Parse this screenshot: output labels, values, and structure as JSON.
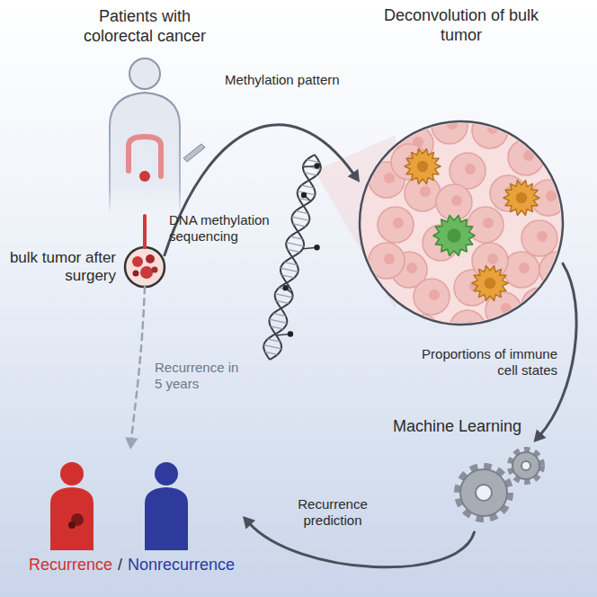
{
  "diagram": {
    "nodes": [
      {
        "text": [
          "Patients with colorectal cancer"
        ]
      },
      {
        "text": [
          "bulk tumor after surgery"
        ]
      },
      {
        "text": [
          "Deconvolution of bulk tumor"
        ]
      },
      {
        "text": [
          "Machine Learning"
        ]
      },
      {
        "text": [
          "Recurrence",
          "/",
          "Nonrecurrence"
        ]
      }
    ],
    "edges": [
      {
        "from": 0,
        "to": 1,
        "arrow": "none"
      },
      {
        "from": 1,
        "to": 2,
        "label": "DNA methylation sequencing",
        "arrow": "to"
      },
      {
        "from": 2,
        "to": 3,
        "label": "Proportions of immune cell states",
        "arrow": "to"
      },
      {
        "from": 3,
        "to": 4,
        "label": "Recurrence prediction",
        "arrow": "to"
      },
      {
        "from": 1,
        "to": 4,
        "label": "Recurrence in 5 years",
        "arrow": "to"
      }
    ],
    "labels": [
      "Methylation pattern"
    ]
  }
}
